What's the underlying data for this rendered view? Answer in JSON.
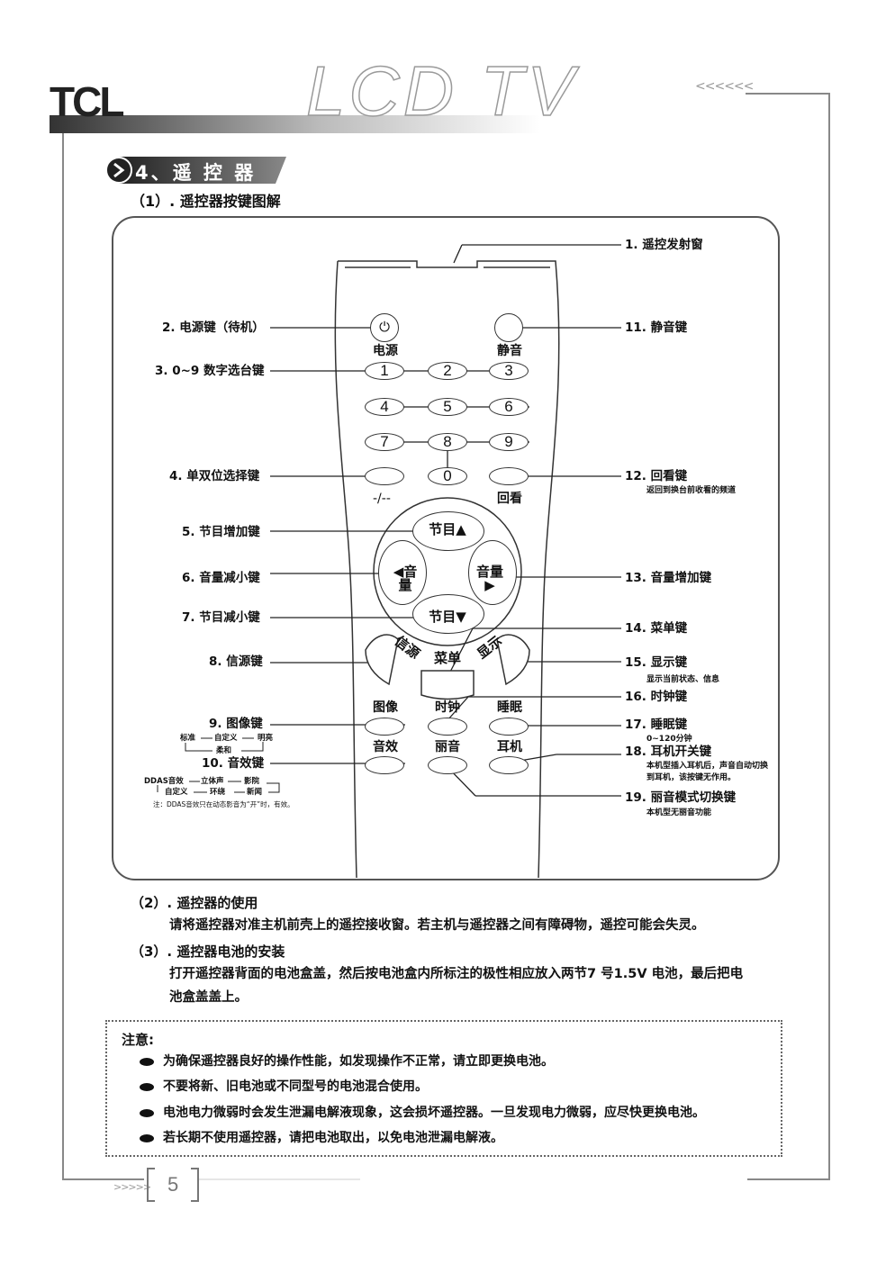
{
  "header": {
    "brand": "TCL",
    "product": "LCD TV",
    "chevrons": "<<<<<<"
  },
  "section": {
    "title": "4、遥 控 器",
    "subtitle": "（1）. 遥控器按键图解"
  },
  "remote": {
    "power_symbol": "⏻",
    "power_label": "电源",
    "mute_label": "静音",
    "digits": [
      "1",
      "2",
      "3",
      "4",
      "5",
      "6",
      "7",
      "8",
      "9",
      "0"
    ],
    "dash_label": "-/--",
    "recall_label": "回看",
    "ch_up": "节目▲",
    "ch_down": "节目▼",
    "vol_down": "◀音量",
    "vol_up": "音量▶",
    "source": "信源",
    "menu": "菜单",
    "display": "显示",
    "picture": "图像",
    "clock": "时钟",
    "sleep": "睡眠",
    "sound": "音效",
    "nicam": "丽音",
    "headphone": "耳机"
  },
  "callouts": {
    "c1": "1. 遥控发射窗",
    "c2": "2. 电源键（待机）",
    "c3": "3. 0~9 数字选台键",
    "c4": "4. 单双位选择键",
    "c5": "5. 节目增加键",
    "c6": "6. 音量减小键",
    "c7": "7. 节目减小键",
    "c8": "8. 信源键",
    "c9": "9. 图像键",
    "c9_a1": "标准",
    "c9_a2": "自定义",
    "c9_a3": "明亮",
    "c9_a4": "柔和",
    "c10": "10. 音效键",
    "c10_a1": "DDAS音效",
    "c10_a2": "立体声",
    "c10_a3": "影院",
    "c10_a4": "自定义",
    "c10_a5": "环绕",
    "c10_a6": "新闻",
    "c10_note": "注：DDAS音效只在动态影音为“开”时，有效。",
    "c11": "11. 静音键",
    "c12": "12. 回看键",
    "c12_note": "返回到换台前收看的频道",
    "c13": "13. 音量增加键",
    "c14": "14. 菜单键",
    "c15": "15. 显示键",
    "c15_note": "显示当前状态、信息",
    "c16": "16. 时钟键",
    "c17": "17. 睡眠键",
    "c17_note": "0~120分钟",
    "c18": "18. 耳机开关键",
    "c18_note1": "本机型插入耳机后，声音自动切换",
    "c18_note2": "到耳机，该按键无作用。",
    "c19": "19. 丽音模式切换键",
    "c19_note": "本机型无丽音功能"
  },
  "usage": {
    "heading": "（2）. 遥控器的使用",
    "text": "请将遥控器对准主机前壳上的遥控接收窗。若主机与遥控器之间有障碍物，遥控可能会失灵。"
  },
  "battery": {
    "heading": "（3）. 遥控器电池的安装",
    "text1": "打开遥控器背面的电池盒盖，然后按电池盒内所标注的极性相应放入两节7 号1.5V 电池，最后把电",
    "text2": "池盒盖盖上。"
  },
  "notice": {
    "title": "注意:",
    "items": [
      "为确保遥控器良好的操作性能，如发现操作不正常，请立即更换电池。",
      "不要将新、旧电池或不同型号的电池混合使用。",
      "电池电力微弱时会发生泄漏电解液现象，这会损坏遥控器。一旦发现电力微弱，应尽快更换电池。",
      "若长期不使用遥控器，请把电池取出，以免电池泄漏电解液。"
    ]
  },
  "footer": {
    "page": "5",
    "chevrons": ">>>>>"
  }
}
